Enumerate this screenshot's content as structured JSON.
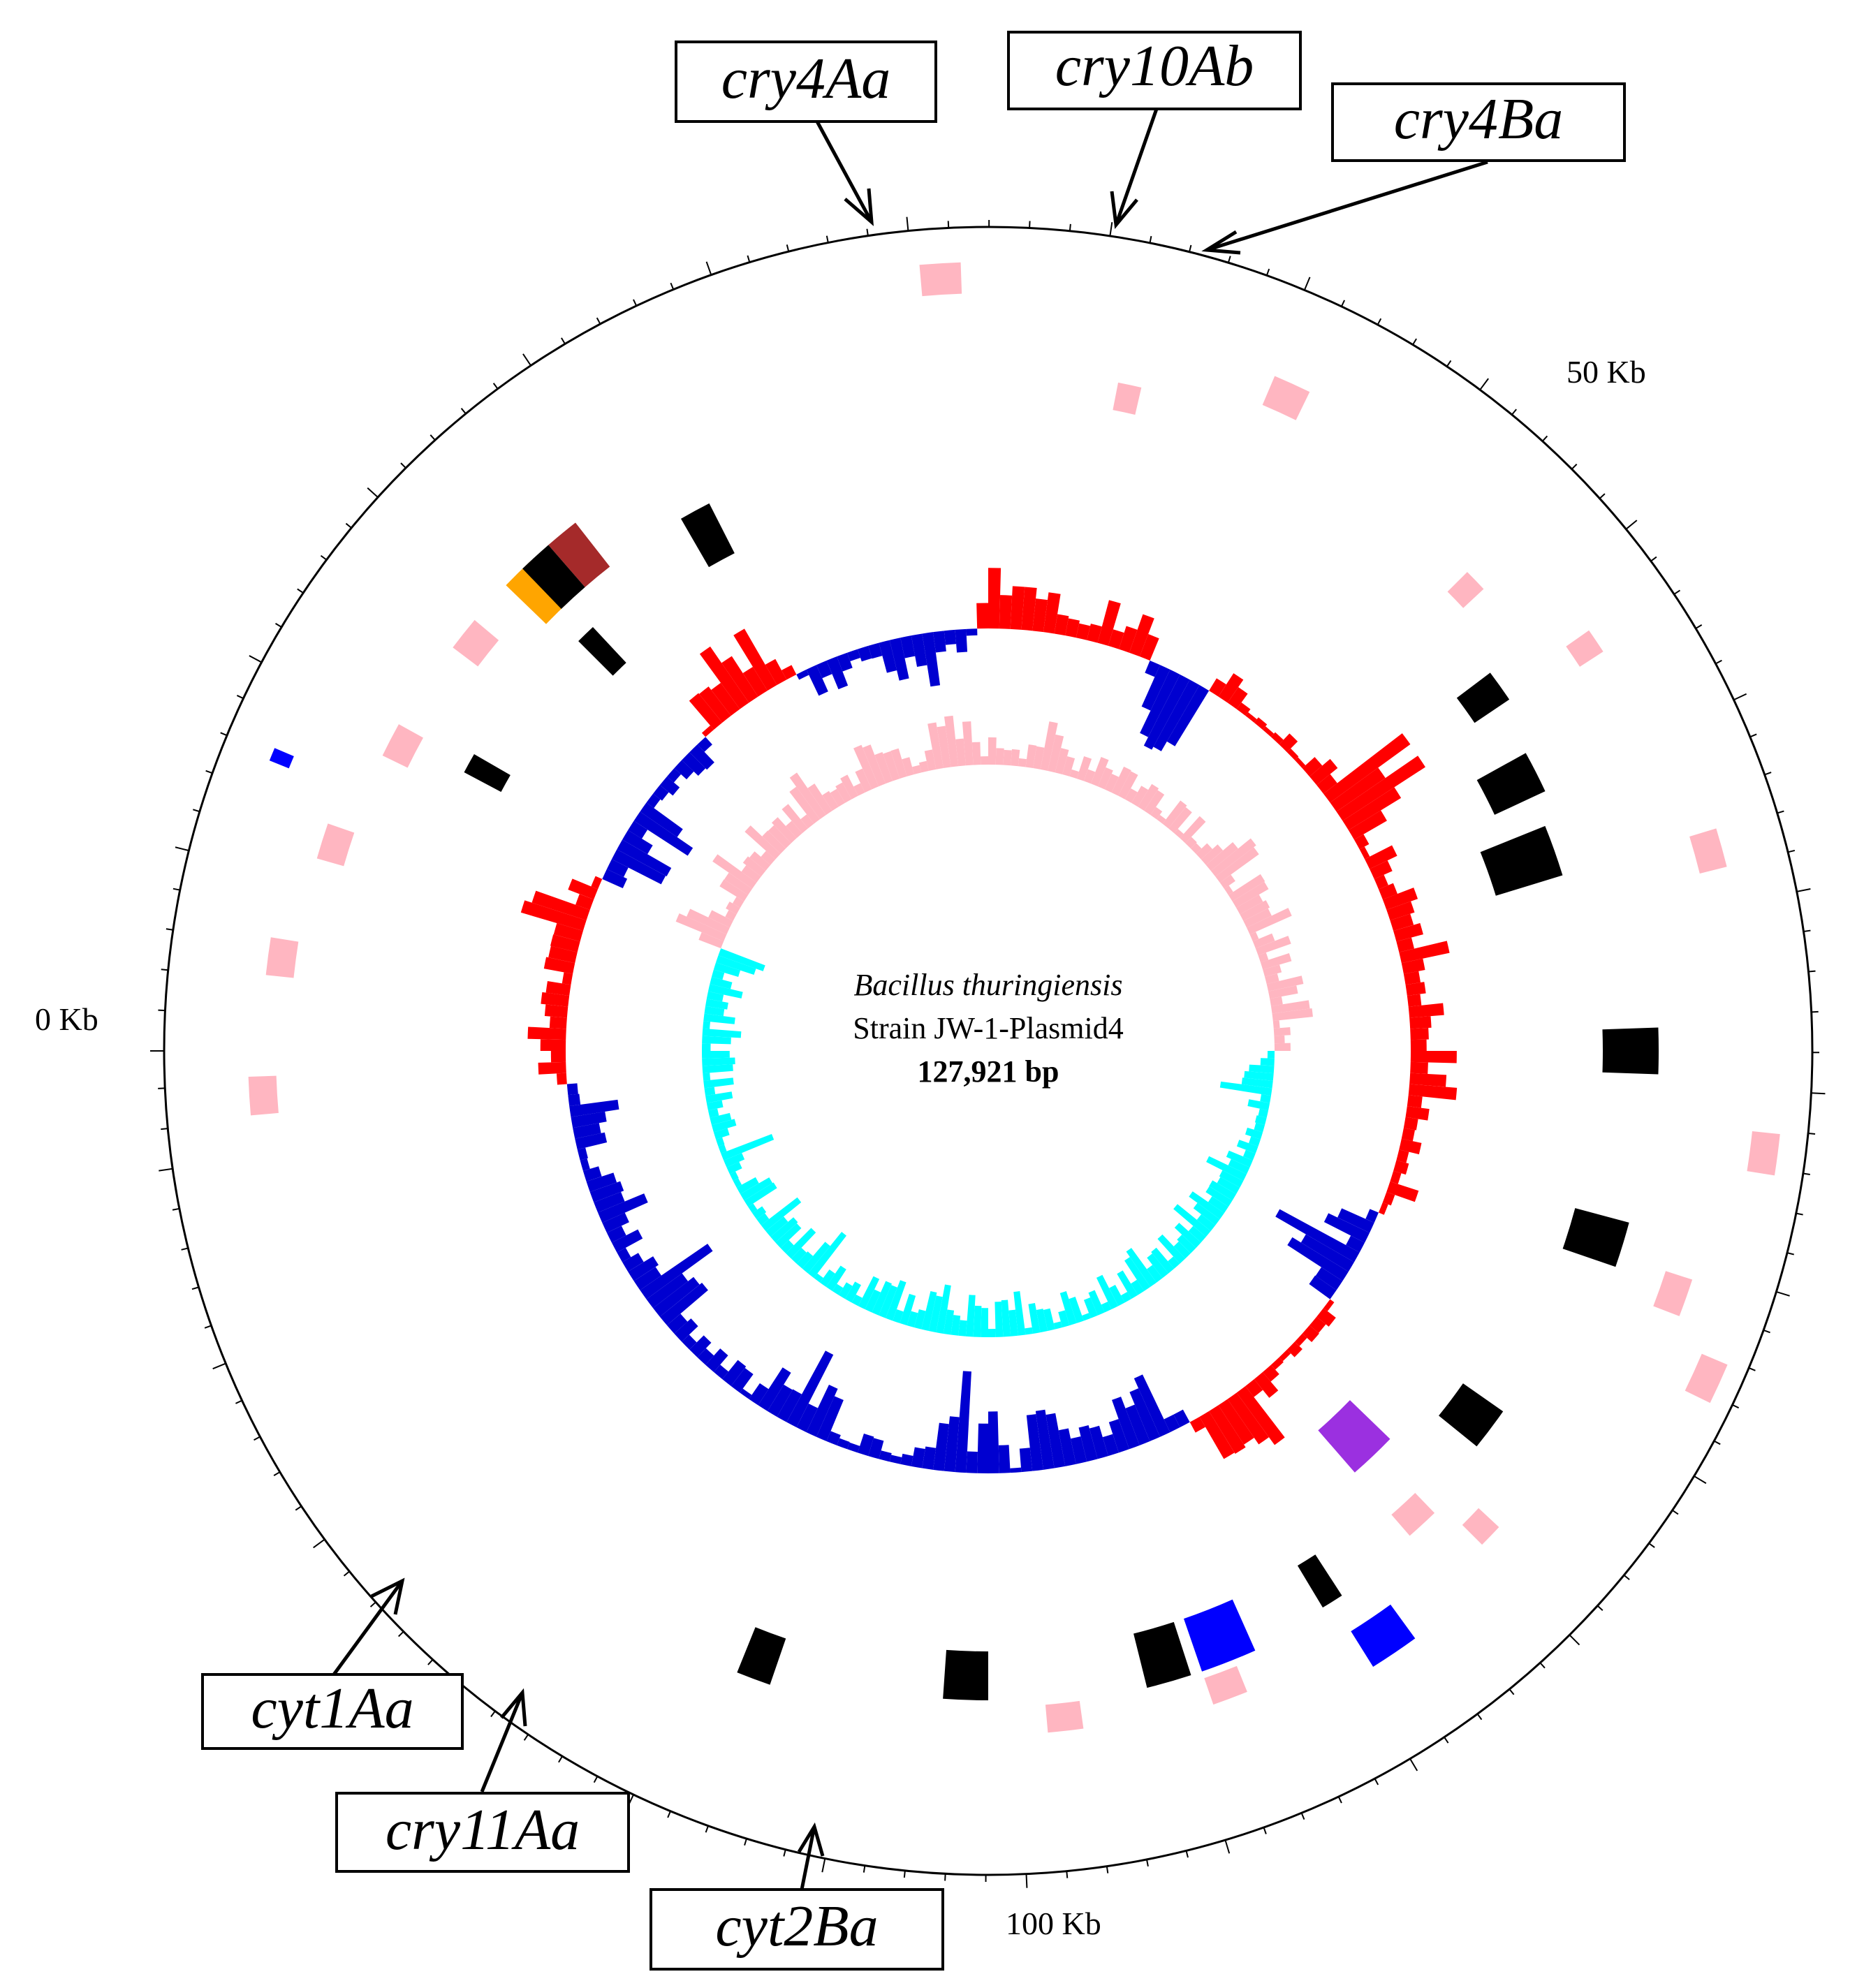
{
  "plasmid": {
    "species": "Bacillus thuringiensis",
    "strain": "Strain JW-1-Plasmid4",
    "size": "127,921 bp",
    "length_kb": 127.921
  },
  "scale_labels": [
    {
      "kb": 0,
      "text": "0 Kb"
    },
    {
      "kb": 50,
      "text": "50 Kb"
    },
    {
      "kb": 100,
      "text": "100 Kb"
    }
  ],
  "gene_callouts": [
    {
      "name": "cry4Aa",
      "kb": 34.8
    },
    {
      "name": "cry10Ab",
      "kb": 43.2
    },
    {
      "name": "cry4Ba",
      "kb": 46.0
    },
    {
      "name": "cyt1Aa",
      "kb": 117.5
    },
    {
      "name": "cry11Aa",
      "kb": 113.3
    },
    {
      "name": "cyt2Ba",
      "kb": 102.9
    }
  ],
  "colors": {
    "cds_black": "#000000",
    "rna_pink": "#ffb6c1",
    "gc_content_positive": "#ff0000",
    "gc_content_negative": "#0000d0",
    "gc_skew_positive": "#ffb6c1",
    "gc_skew_negative": "#00ffff",
    "feature_orange": "#ffa500",
    "feature_brown": "#a52a2a",
    "feature_purple": "#9b30e0",
    "feature_blue": "#0000ff"
  }
}
